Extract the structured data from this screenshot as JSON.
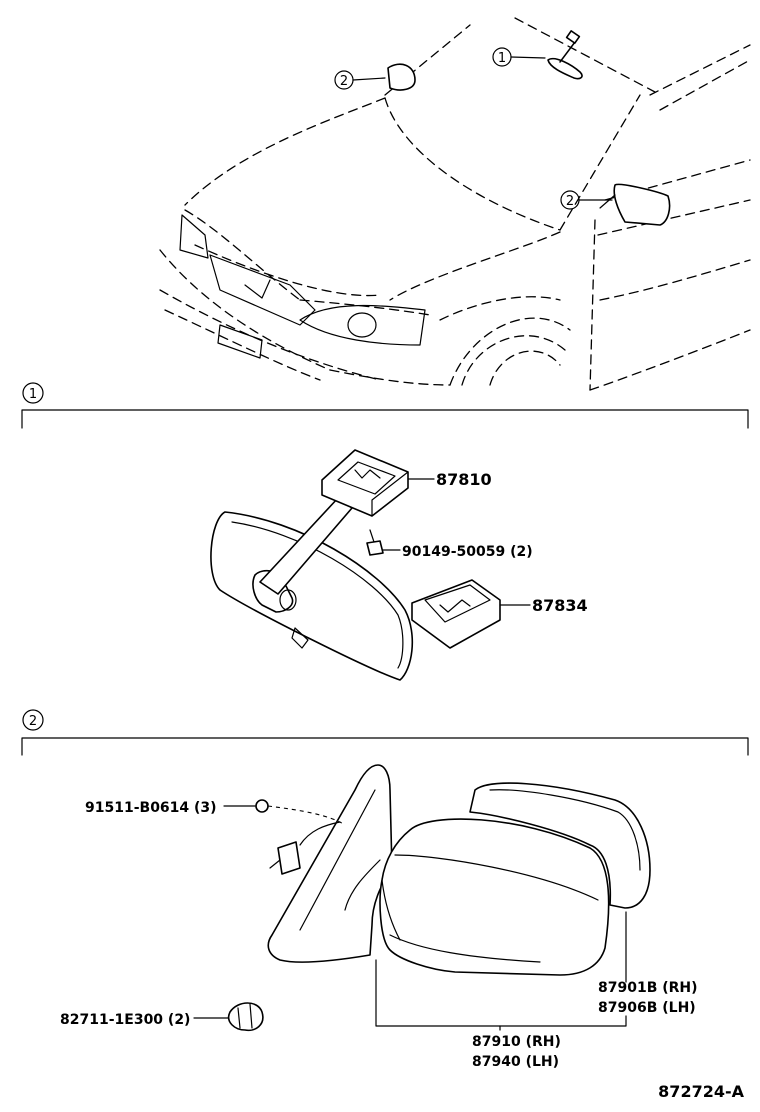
{
  "markers": {
    "one": "1",
    "two": "2"
  },
  "section_1": {
    "parts": [
      "87810",
      "90149-50059 (2)",
      "87834"
    ]
  },
  "section_2": {
    "parts": [
      "91511-B0614 (3)",
      "82711-1E300 (2)",
      "87901B (RH)",
      "87906B (LH)",
      "87910 (RH)",
      "87940 (LH)"
    ]
  },
  "diagram_code": "872724-A"
}
